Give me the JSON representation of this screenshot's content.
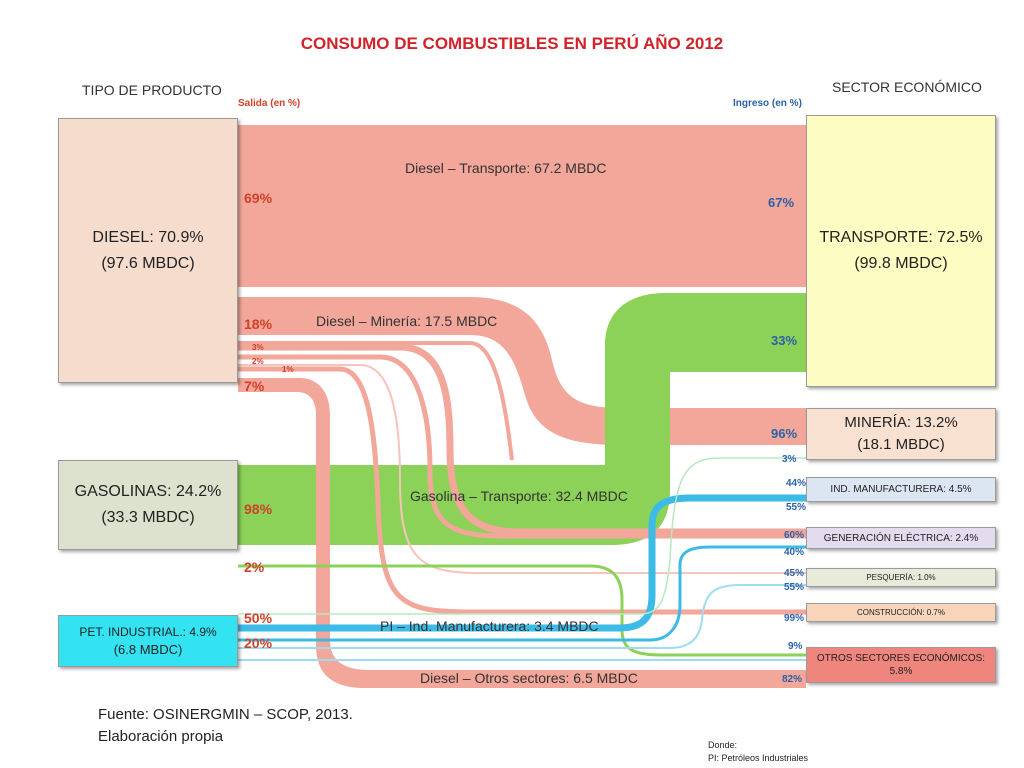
{
  "title": "CONSUMO DE COMBUSTIBLES EN PERÚ AÑO 2012",
  "left_header": "TIPO DE PRODUCTO",
  "right_header": "SECTOR ECONÓMICO",
  "salida_label": "Salida (en %)",
  "ingreso_label": "Ingreso (en %)",
  "products": [
    {
      "name": "DIESEL:  70.9%",
      "sub": "(97.6 MBDC)",
      "color": "#f6dccd"
    },
    {
      "name": "GASOLINAS: 24.2%",
      "sub": "(33.3 MBDC)",
      "color": "#dde2cf"
    },
    {
      "name": "PET. INDUSTRIAL.: 4.9%",
      "sub": "(6.8 MBDC)",
      "color": "#34e3f2"
    }
  ],
  "sectors": [
    {
      "name": "TRANSPORTE: 72.5%",
      "sub": "(99.8 MBDC)",
      "color": "#fdfcc2"
    },
    {
      "name": "MINERÍA:  13.2%",
      "sub": "(18.1 MBDC)",
      "color": "#f9e1d2"
    },
    {
      "name": "IND. MANUFACTURERA: 4.5%",
      "color": "#dce6f2"
    },
    {
      "name": "GENERACIÓN ELÉCTRICA: 2.4%",
      "color": "#e3dcee"
    },
    {
      "name": "PESQUERÍA: 1.0%",
      "color": "#e6ecd9"
    },
    {
      "name": "CONSTRUCCIÓN: 0.7%",
      "color": "#f8d4b8"
    },
    {
      "name": "OTROS SECTORES ECONÓMICOS: 5.8%",
      "color": "#f0857e"
    }
  ],
  "flow_labels": {
    "diesel_transporte": "Diesel – Transporte: 67.2 MBDC",
    "diesel_mineria": "Diesel – Minería: 17.5 MBDC",
    "gasolina_transporte": "Gasolina – Transporte: 32.4 MBDC",
    "pi_manufacturera": "PI – Ind. Manufacturera: 3.4 MBDC",
    "diesel_otros": "Diesel – Otros sectores: 6.5 MBDC"
  },
  "left_pcts": [
    "69%",
    "18%",
    "3%",
    "2%",
    "1%",
    "7%",
    "98%",
    "2%",
    "50%",
    "20%"
  ],
  "right_pcts": [
    "67%",
    "33%",
    "96%",
    "3%",
    "44%",
    "55%",
    "60%",
    "40%",
    "45%",
    "55%",
    "99%",
    "9%",
    "82%"
  ],
  "colors": {
    "diesel": "#f3a69a",
    "gasolina": "#8cd158",
    "pi": "#3bbbe6",
    "title": "#d0232a"
  },
  "source": "Fuente: OSINERGMIN – SCOP, 2013.",
  "elaboracion": "Elaboración propia",
  "note_title": "Donde:",
  "note_pi": "PI: Petróleos Industriales"
}
